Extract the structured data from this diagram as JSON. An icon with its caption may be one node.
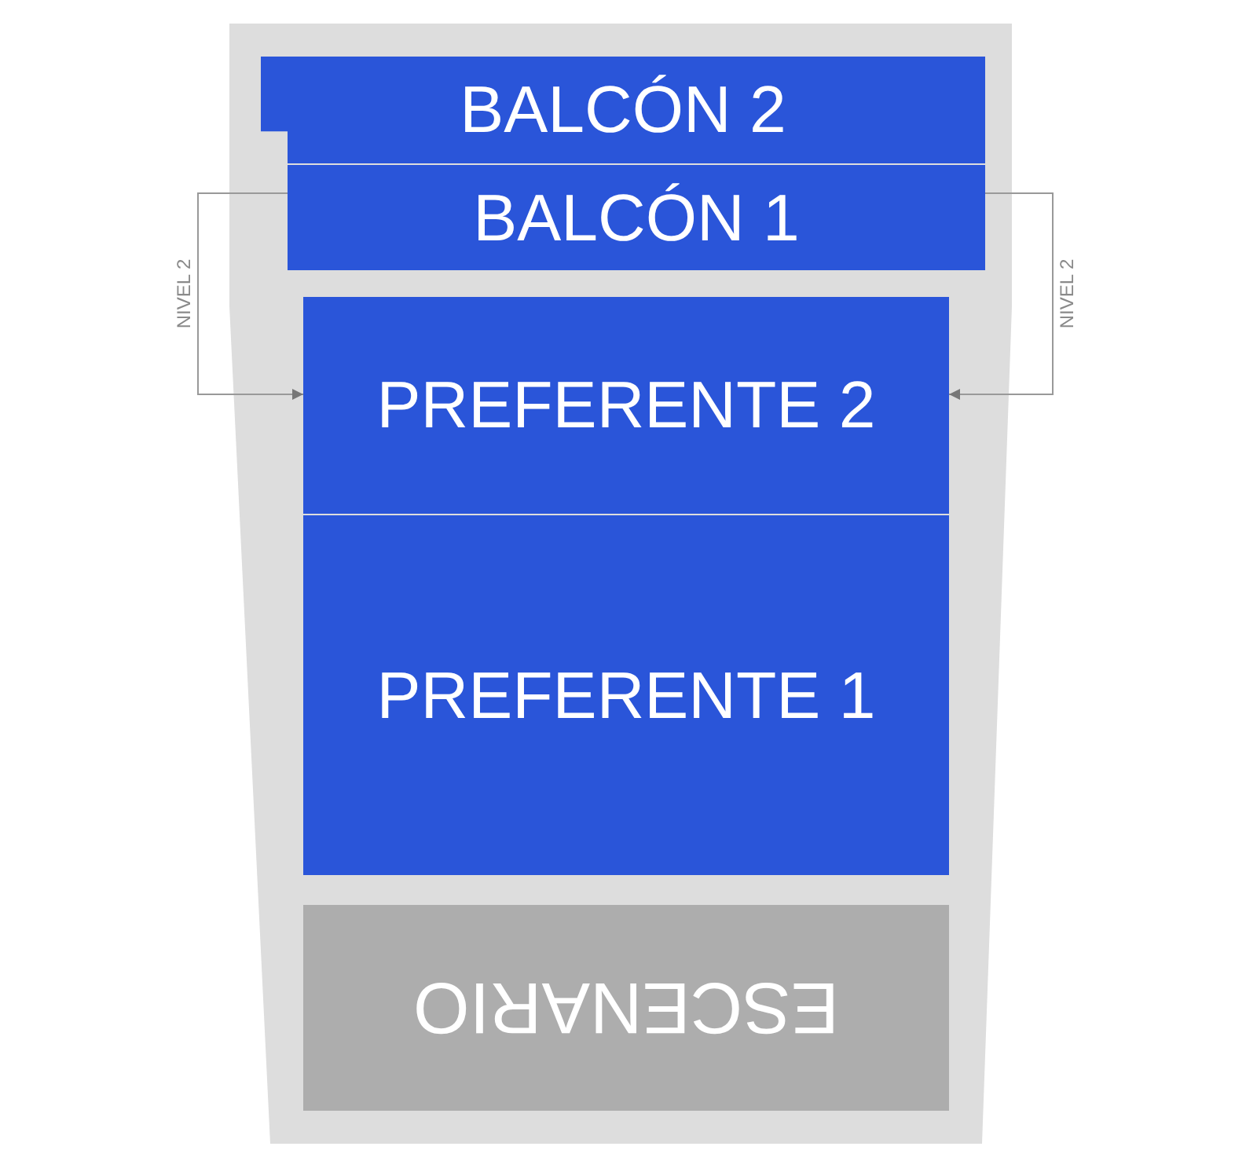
{
  "diagram": {
    "nodes": [
      {
        "text": [
          "BALCÓN 2"
        ]
      },
      {
        "text": [
          "BALCÓN 1"
        ]
      },
      {
        "text": [
          "PREFERENTE 2"
        ]
      },
      {
        "text": [
          "PREFERENTE 1"
        ]
      },
      {
        "text": [
          "ESCENARIO"
        ]
      }
    ],
    "edges": [
      {
        "from": 1,
        "to": 2,
        "arrow": "to",
        "label": "NIVEL 2"
      },
      {
        "from": 1,
        "to": 2,
        "arrow": "to",
        "label": "NIVEL 2"
      }
    ]
  }
}
